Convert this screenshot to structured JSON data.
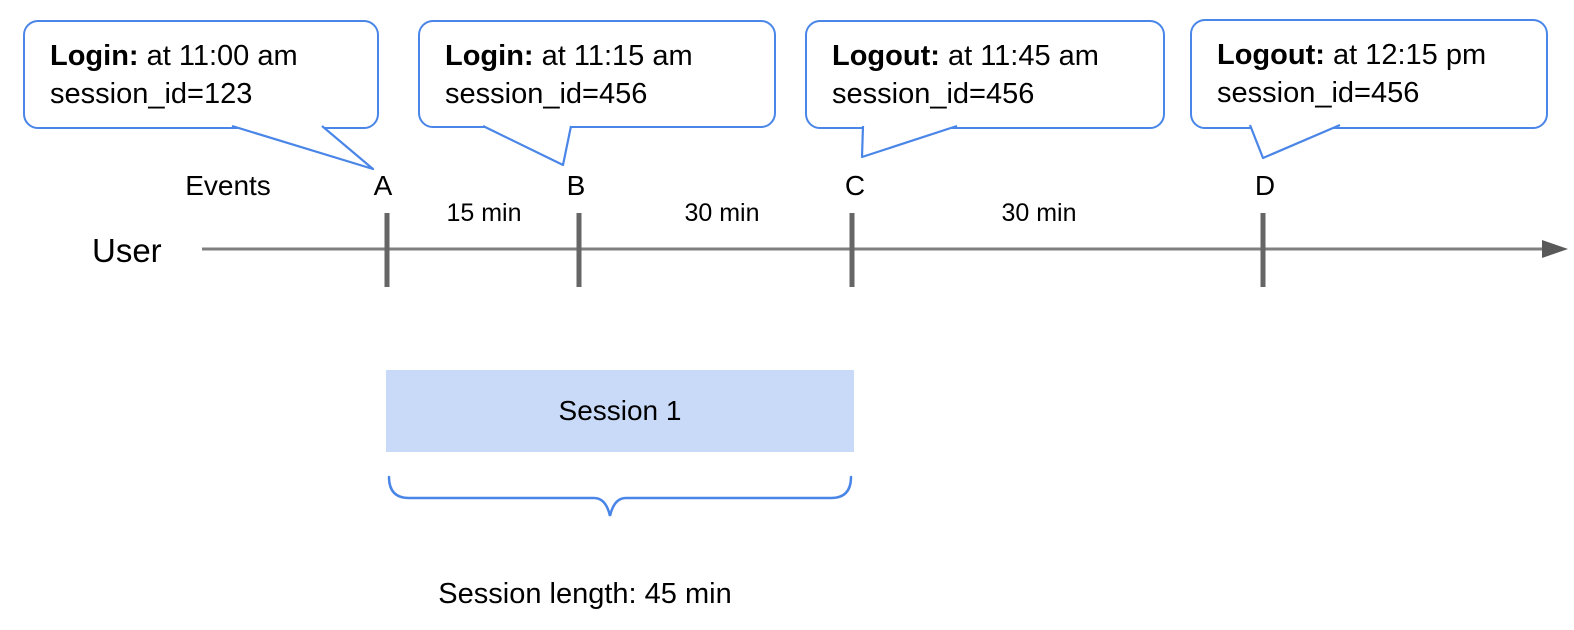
{
  "colors": {
    "callout_border": "#4a86e8",
    "session_fill": "#c9daf8",
    "axis_line": "#7f7f7f",
    "tick": "#666666",
    "arrowhead": "#595959"
  },
  "axis": {
    "user_label": "User",
    "events_label": "Events"
  },
  "callouts": [
    {
      "bold": "Login:",
      "rest": " at 11:00 am",
      "line2": "session_id=123"
    },
    {
      "bold": "Login:",
      "rest": " at 11:15 am",
      "line2": "session_id=456"
    },
    {
      "bold": "Logout:",
      "rest": " at 11:45 am",
      "line2": "session_id=456"
    },
    {
      "bold": "Logout:",
      "rest": " at 12:15 pm",
      "line2": "session_id=456"
    }
  ],
  "events": [
    {
      "label": "A"
    },
    {
      "label": "B"
    },
    {
      "label": "C"
    },
    {
      "label": "D"
    }
  ],
  "intervals": [
    {
      "label": "15 min"
    },
    {
      "label": "30 min"
    },
    {
      "label": "30 min"
    }
  ],
  "session": {
    "bar_label": "Session 1",
    "length_label": "Session length: 45 min"
  }
}
